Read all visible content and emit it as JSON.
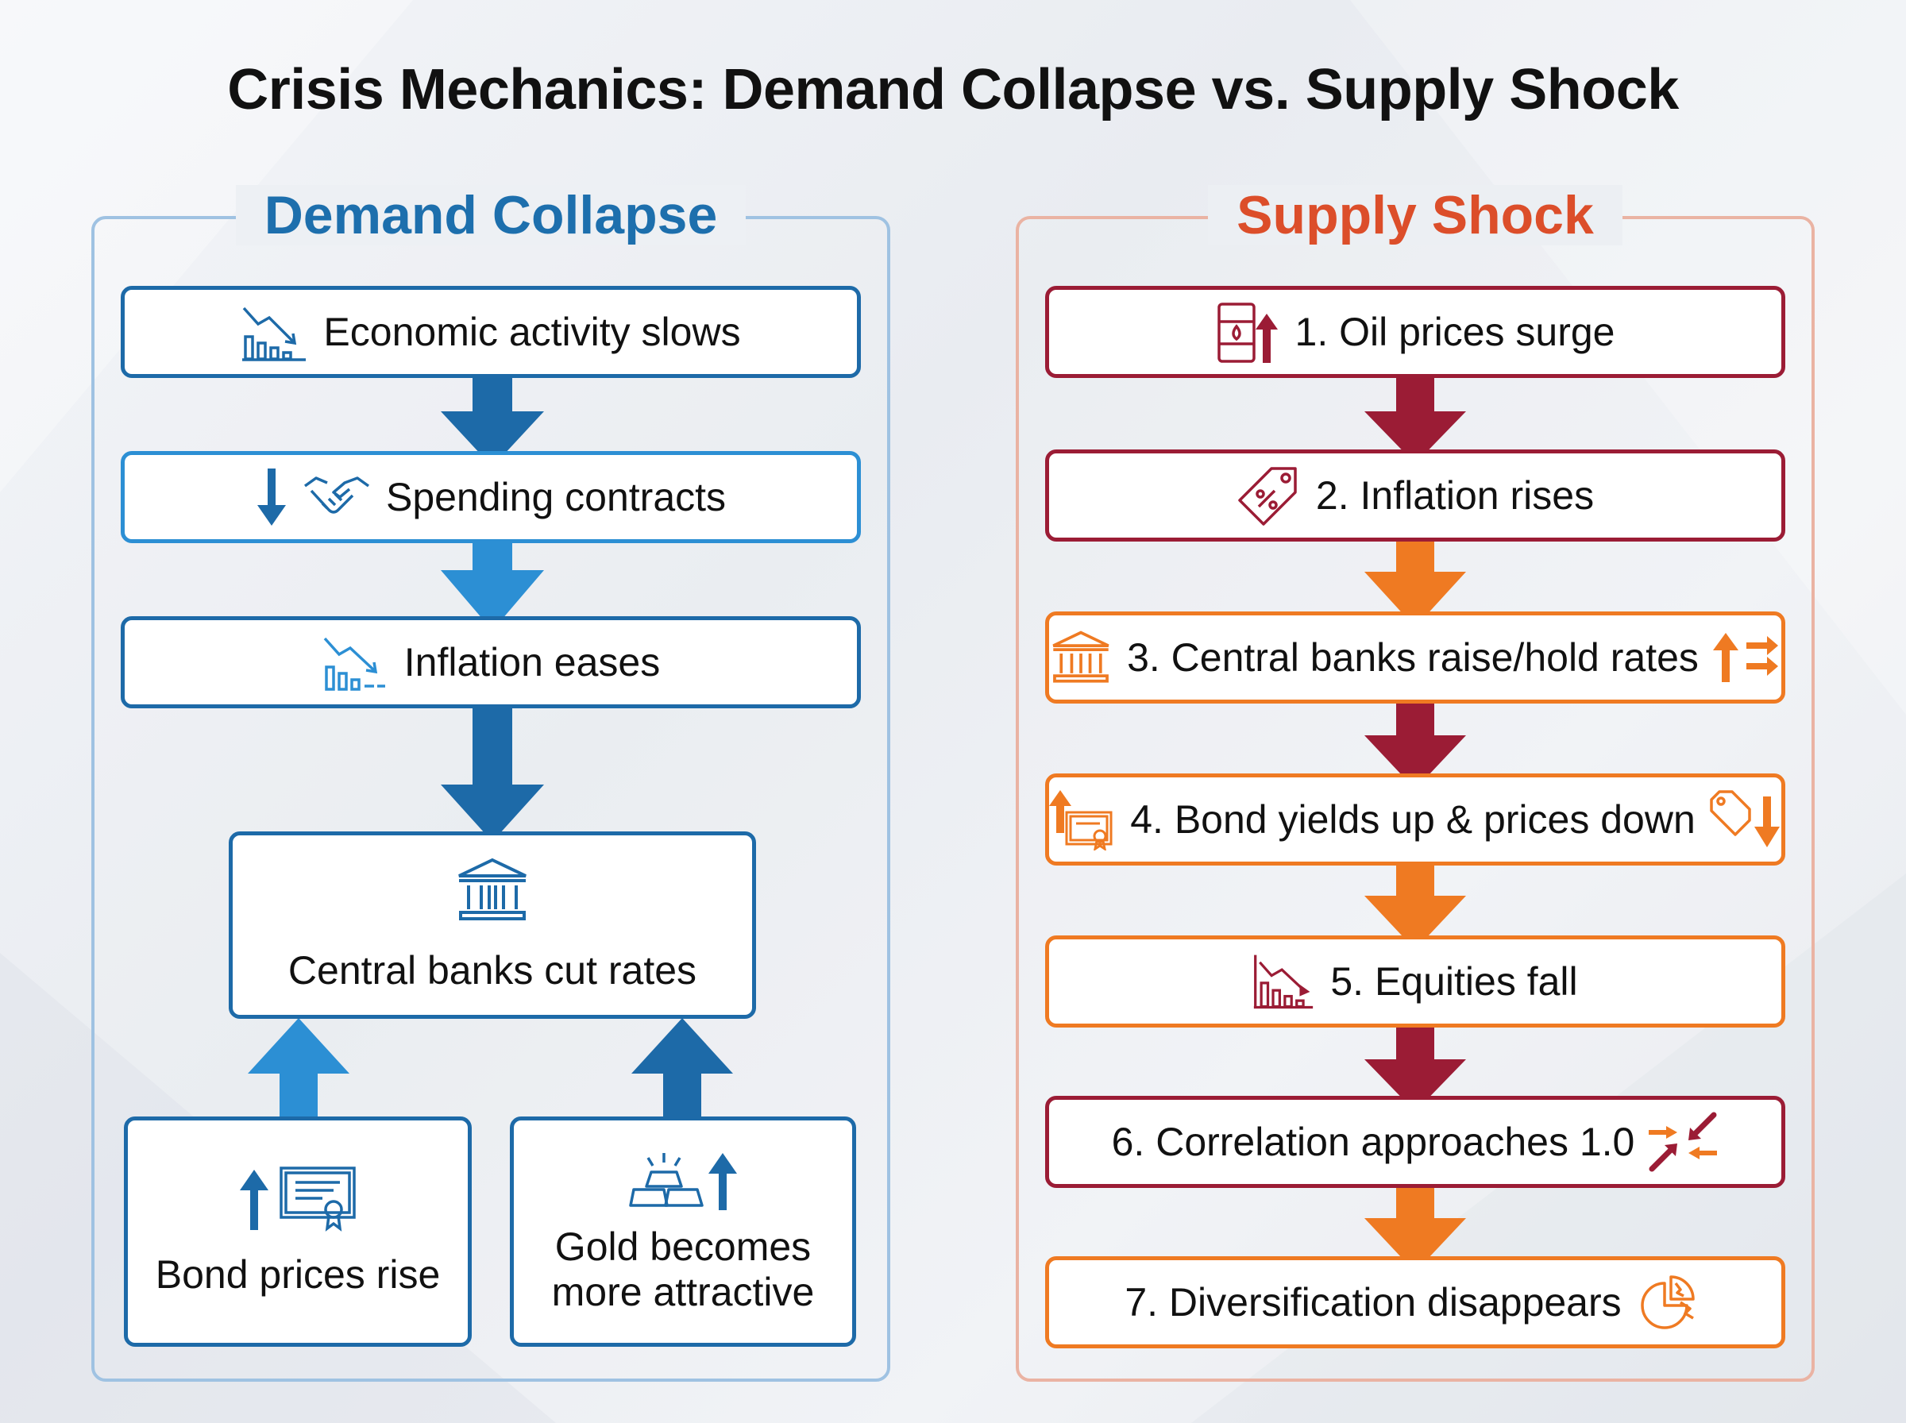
{
  "title": "Crisis Mechanics: Demand Collapse vs. Supply Shock",
  "colors": {
    "demand_dark": "#1d6aa8",
    "demand_light": "#2c8fd4",
    "supply_crimson": "#9b1c35",
    "supply_orange": "#ef7a22",
    "supply_title": "#dc4e2a"
  },
  "demand": {
    "heading": "Demand Collapse",
    "steps": [
      {
        "label": "Economic activity slows",
        "icon": "chart-down-icon"
      },
      {
        "label": "Spending contracts",
        "icon": "handshake-icon"
      },
      {
        "label": "Inflation eases",
        "icon": "chart-down-icon"
      }
    ],
    "center": {
      "label": "Central banks cut rates",
      "icon": "bank-icon"
    },
    "bottom_left": {
      "label": "Bond prices rise",
      "icon": "certificate-icon"
    },
    "bottom_right": {
      "line1": "Gold becomes",
      "line2": "more attractive",
      "icon": "gold-bars-icon"
    }
  },
  "supply": {
    "heading": "Supply Shock",
    "steps": [
      {
        "label": "1. Oil prices surge",
        "icon": "oil-barrel-icon"
      },
      {
        "label": "2. Inflation rises",
        "icon": "price-tag-icon"
      },
      {
        "label": "3. Central banks raise/hold rates",
        "icon": "bank-icon"
      },
      {
        "label": "4. Bond yields up & prices down",
        "icon": "certificate-icon"
      },
      {
        "label": "5. Equities fall",
        "icon": "chart-down-icon"
      },
      {
        "label": "6. Correlation approaches 1.0",
        "icon": "converge-arrows-icon"
      },
      {
        "label": "7. Diversification disappears",
        "icon": "pie-chart-icon"
      }
    ]
  }
}
